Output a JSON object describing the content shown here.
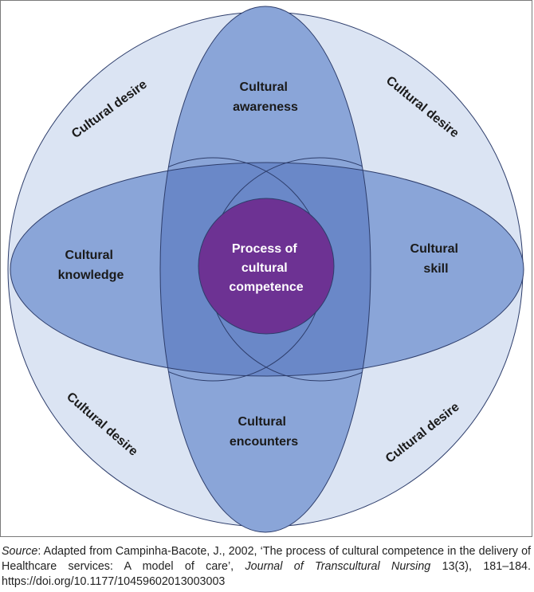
{
  "diagram": {
    "center_label": [
      "Process of",
      "cultural",
      "competence"
    ],
    "awareness_label": [
      "Cultural",
      "awareness"
    ],
    "knowledge_label": [
      "Cultural",
      "knowledge"
    ],
    "skill_label": [
      "Cultural",
      "skill"
    ],
    "encounters_label": [
      "Cultural",
      "encounters"
    ],
    "desire_label": "Cultural desire",
    "colors": {
      "outer_circle": "#dbe4f3",
      "ellipse": "#8aa5d8",
      "overlap": "#6a88c8",
      "center_circle": "#6d3293",
      "outline": "#2d3d6b"
    }
  },
  "caption": {
    "source_word": "Source",
    "part1": ": Adapted from Campinha-Bacote, J., 2002, ‘The process of cultural competence in the delivery of Healthcare services: A model of care’, ",
    "journal": "Journal of Transcultural Nursing",
    "part2": " 13(3), 181–184. https://doi.org/10.1177/10459602013003003"
  }
}
